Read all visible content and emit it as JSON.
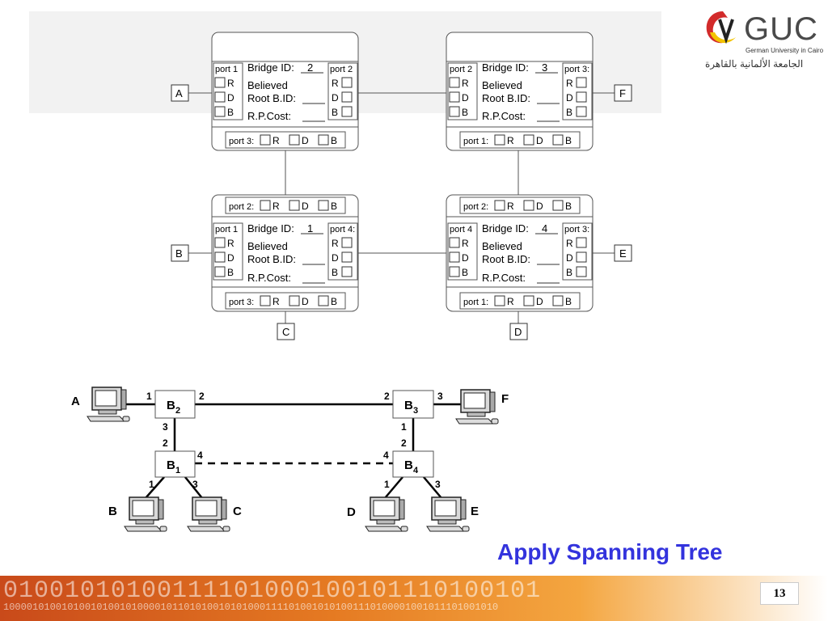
{
  "slide": {
    "title": "Q7",
    "tagline": "Apply Spanning Tree",
    "page_number": "13"
  },
  "logo": {
    "name": "GUC",
    "subtitle": "German University in Cairo",
    "arabic": "الجامعة الألمانية بالقاهرة"
  },
  "labels": {
    "bridge_id": "Bridge ID:",
    "believed": "Believed",
    "root_bid": "Root B.ID:",
    "rp_cost": "R.P.Cost:",
    "R": "R",
    "D": "D",
    "B": "B"
  },
  "worksheet": {
    "bridges": [
      {
        "id": "2",
        "left_port": "port 1",
        "right_port": "port 2",
        "bottom_port": "port 3:"
      },
      {
        "id": "3",
        "left_port": "port 2",
        "right_port": "port 3:",
        "bottom_port": "port 1:"
      },
      {
        "id": "1",
        "left_port": "port 1",
        "right_port": "port 4:",
        "top_port": "port 2:",
        "bottom_port": "port 3:"
      },
      {
        "id": "4",
        "left_port": "port 4",
        "right_port": "port 3:",
        "top_port": "port 2:",
        "bottom_port": "port 1:"
      }
    ],
    "lans": [
      "A",
      "F",
      "B",
      "E",
      "C",
      "D"
    ]
  },
  "topology": {
    "bridges": {
      "b2": "B",
      "b2_sub": "2",
      "b3": "B",
      "b3_sub": "3",
      "b1": "B",
      "b1_sub": "1",
      "b4": "B",
      "b4_sub": "4"
    },
    "hosts": [
      "A",
      "F",
      "B",
      "C",
      "D",
      "E"
    ],
    "ports": {
      "b2_left": "1",
      "b2_right": "2",
      "b2_bottom": "3",
      "b3_left": "2",
      "b3_right": "3",
      "b3_bottom": "1",
      "b1_top": "2",
      "b1_right": "4",
      "b1_bl": "1",
      "b1_br": "3",
      "b4_top": "2",
      "b4_left": "4",
      "b4_bl": "1",
      "b4_br": "3"
    }
  },
  "footer": {
    "binary_large": "01001010100111101000100101110100101",
    "binary_small": "1000010100101001010010100001011010100101010001111010010101001110100001001011101001010"
  },
  "colors": {
    "title": "#8b1a1a",
    "tagline": "#3333dd",
    "footer_orange": "#e57a22"
  }
}
